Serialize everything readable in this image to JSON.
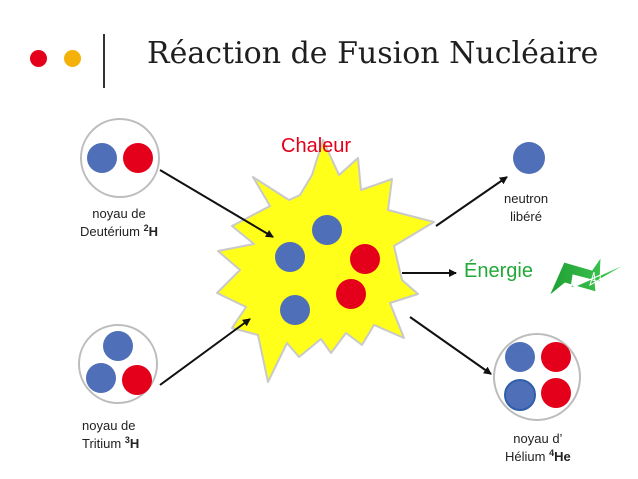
{
  "title": "Réaction de Fusion Nucléaire",
  "labels": {
    "deuterium_line1": "noyau de",
    "deuterium_line2": "Deutérium",
    "deuterium_sup": "2",
    "deuterium_symbol": "H",
    "tritium_line1": "noyau de",
    "tritium_line2": "Tritium",
    "tritium_sup": "3",
    "tritium_symbol": "H",
    "neutron_line1": "neutron",
    "neutron_line2": "libéré",
    "helium_line1": "noyau d’",
    "helium_line2": "Hélium",
    "helium_sup": "4",
    "helium_symbol": "He",
    "heat": "Chaleur",
    "energy": "Énergie"
  },
  "colors": {
    "proton": "#e4001b",
    "neutron": "#4f6fb8",
    "explosion_fill": "#ffff1a",
    "explosion_stroke": "#c9c9c9",
    "heat_text": "#e4001b",
    "energy_text": "#22a838",
    "lightning": "#2fbf3f"
  },
  "icons": [
    "red-dot-icon",
    "yellow-dot-icon",
    "explosion-icon",
    "lightning-bolt-icon"
  ]
}
